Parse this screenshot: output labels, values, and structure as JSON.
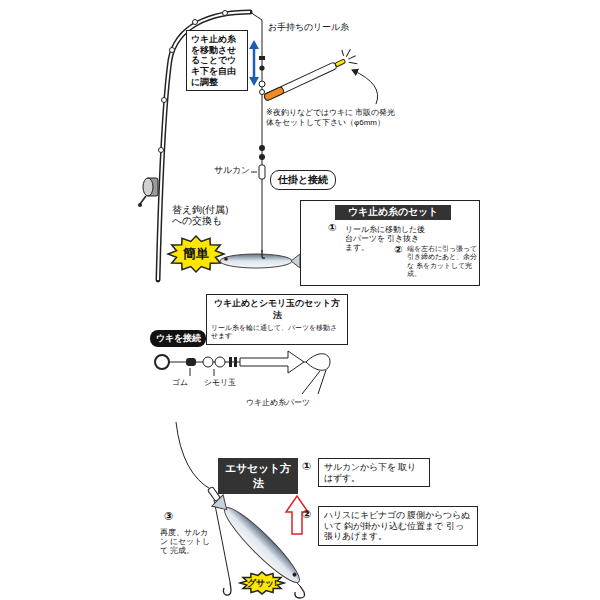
{
  "diagram": {
    "nodes": [
      {
        "text": [
          "ウキ止め糸を移動させることでウキ下を自由に調整"
        ]
      },
      {
        "text": [
          "仕掛と接続"
        ]
      },
      {
        "text": [
          "簡単"
        ]
      },
      {
        "text": [
          "ウキ止め糸のセット",
          "リール糸に移動した後 台パーツを 引き抜きます。",
          "端を左右に引っ張って 引き締めたあと、余分な 糸をカットして完成。"
        ]
      },
      {
        "text": [
          "ウキ止めとシモリ玉のセット方法",
          "リール糸を輪に通して、パーツを移動させます"
        ]
      },
      {
        "text": [
          "ウキを接続"
        ]
      },
      {
        "text": [
          "エサセット方法"
        ]
      },
      {
        "text": [
          "①",
          "サルカンから下を 取りはずす。"
        ]
      },
      {
        "text": [
          "②",
          "ハリスにキビナゴの 腹側からつらぬいて 鈎が掛かり込む位置まで 引っ張りあげます。"
        ]
      },
      {
        "text": [
          "グサッ!"
        ]
      }
    ],
    "labels": [
      "お手持ちのリール糸",
      "※夜釣りなどではウキに 市販の発光体をセットして下さい（φ6mm）",
      "サルカン",
      "替え鉤(付属)への交換も",
      "①",
      "②",
      "ゴム",
      "シモリ玉",
      "ウキ止め糸パーツ",
      "③",
      "再度、サルカン にセットして 完成。"
    ]
  }
}
